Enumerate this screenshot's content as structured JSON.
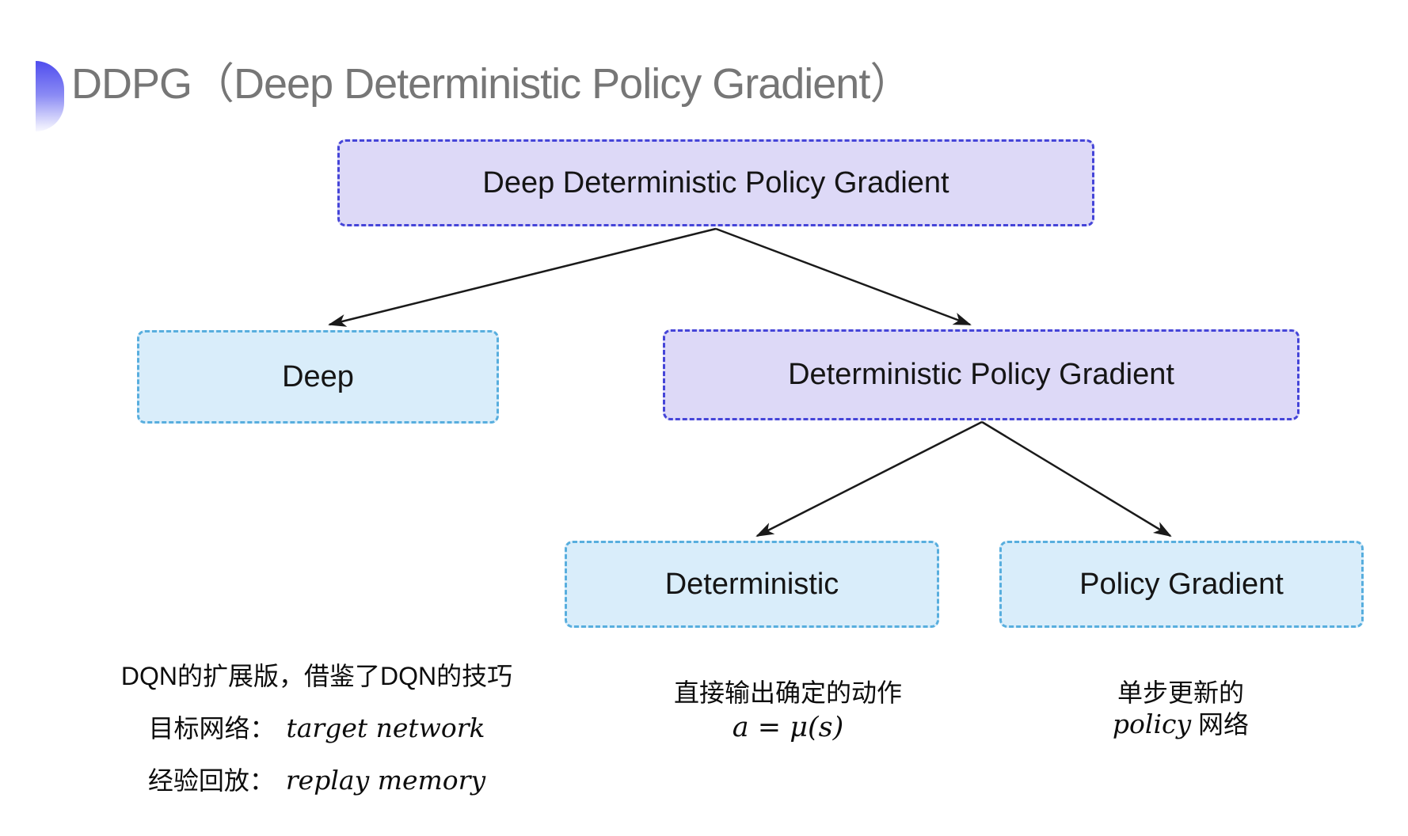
{
  "slide": {
    "title": "DDPG（Deep Deterministic Policy Gradient）"
  },
  "nodes": {
    "root": "Deep Deterministic Policy Gradient",
    "deep": "Deep",
    "dpg": "Deterministic Policy Gradient",
    "deterministic": "Deterministic",
    "policy_gradient": "Policy Gradient"
  },
  "notes": {
    "deep": {
      "line1": "DQN的扩展版，借鉴了DQN的技巧",
      "target_label": "目标网络：",
      "target_term": "target network",
      "replay_label": "经验回放：",
      "replay_term": "replay memory"
    },
    "deterministic": {
      "line1": "直接输出确定的动作",
      "formula": "a = μ(s)"
    },
    "policy_gradient": {
      "line1": "单步更新的",
      "term": "policy",
      "suffix": " 网络"
    }
  },
  "colors": {
    "purple_fill": "#DDD9F7",
    "purple_border": "#4545D8",
    "blue_fill": "#D9EDFA",
    "blue_border": "#58AEDE",
    "title_gray": "#767676",
    "arrow": "#1A1A1A",
    "bullet_top": "#4F4DEE"
  }
}
